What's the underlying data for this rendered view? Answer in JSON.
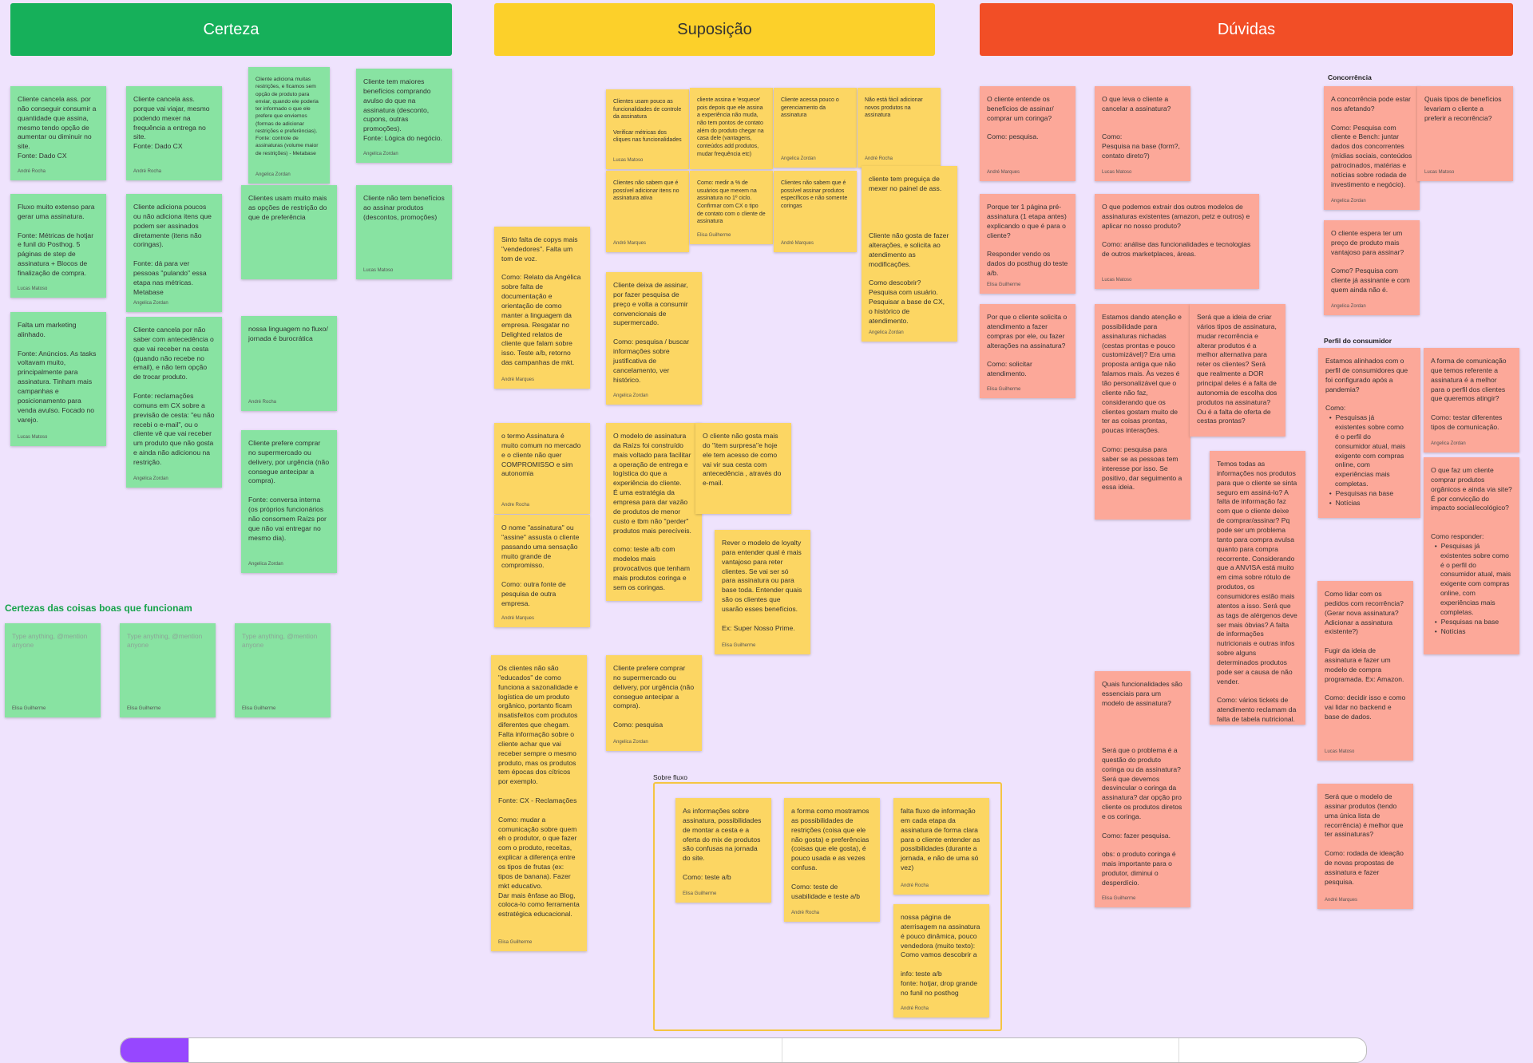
{
  "headers": {
    "certeza": "Certeza",
    "suposicao": "Suposição",
    "duvidas": "Dúvidas"
  },
  "labels": {
    "certezas_boas": "Certezas das coisas boas que funcionam",
    "concorrencia": "Concorrência",
    "perfil": "Perfil do consumidor",
    "sobre_fluxo": "Sobre fluxo"
  },
  "colors": {
    "certeza": "#16B05A",
    "suposicao": "#FCD02A",
    "duvidas": "#F24E26",
    "green_note": "#88E3A2",
    "yellow_note": "#FCD663",
    "red_note": "#FCA899",
    "board": "#EFE3FD",
    "frame": "#F5C542"
  },
  "notes": {
    "c1": {
      "text": "Cliente cancela ass. por não conseguir consumir a quantidade que assina, mesmo tendo opção de aumentar ou diminuir no site.\nFonte: Dado CX",
      "author": "André Rocha"
    },
    "c2": {
      "text": "Cliente cancela ass. porque vai viajar, mesmo podendo mexer na frequência a entrega no site.\nFonte: Dado CX",
      "author": "André Rocha"
    },
    "c3": {
      "text": "Cliente adiciona muitas restrições, e ficamos sem opção de produto para enviar, quando ele poderia ter informado o que ele prefere que enviemos (formas de adicionar restrições e preferências). Fonte: controle de assinaturas (volume maior de restrições) - Metabase",
      "author": "Angelica Zordan"
    },
    "c4": {
      "text": "Cliente tem maiores benefícios comprando avulso do que na assinatura (desconto, cupons, outras promoções).\nFonte: Lógica do negócio.",
      "author": "Angelica Zordan"
    },
    "c5": {
      "text": "Fluxo muito extenso para gerar uma assinatura.\n\nFonte: Métricas de hotjar e funil do Posthog. 5 páginas de step de assinatura + Blocos de finalização de compra.",
      "author": "Lucas Matoso"
    },
    "c6": {
      "text": "Cliente adiciona poucos ou não adiciona itens que podem ser assinados diretamente (itens não coringas).\n\nFonte: dá para ver pessoas \"pulando\" essa etapa nas métricas. Metabase",
      "author": "Angelica Zordan"
    },
    "c7": {
      "text": "Clientes usam muito mais as opções de restrição do que de preferência",
      "author": ""
    },
    "c8": {
      "text": "Cliente não tem benefícios ao assinar produtos (descontos, promoções)",
      "author": "Lucas Matoso"
    },
    "c9": {
      "text": "Falta um marketing alinhado.\n\nFonte: Anúncios. As tasks voltavam muito, principalmente para assinatura. Tinham mais campanhas e posicionamento para venda avulso. Focado no varejo.",
      "author": "Lucas Matoso"
    },
    "c10": {
      "text": "Cliente cancela por não saber com antecedência o que vai receber na cesta (quando não recebe no email), e não tem opção de trocar produto.\n\nFonte: reclamações comuns em CX sobre a previsão de cesta: \"eu não recebi o e-mail\", ou o cliente vê que vai receber um produto que não gosta e ainda não adicionou na restrição.",
      "author": "Angelica Zordan"
    },
    "c11": {
      "text": "nossa linguagem no fluxo/ jornada é burocrática",
      "author": "André Rocha"
    },
    "c12": {
      "text": "Cliente prefere comprar no supermercado ou delivery, por urgência (não consegue antecipar a compra).\n\nFonte: conversa interna (os próprios funcionários não consomem Raízs por que não vai entregar no mesmo dia).",
      "author": "Angelica Zordan"
    },
    "p1": {
      "text": "Type anything, @mention anyone",
      "author": "Elisa Guilherme"
    },
    "p2": {
      "text": "Type anything, @mention anyone",
      "author": "Elisa Guilherme"
    },
    "p3": {
      "text": "Type anything, @mention anyone",
      "author": "Elisa Guilherme"
    },
    "s1": {
      "text": "Clientes usam pouco as funcionalidades de controle da assinatura\n\nVerificar métricas dos cliques nas funcionalidades",
      "author": "Lucas Matoso"
    },
    "s2": {
      "text": "cliente assina e 'esquece' pois depois que ele assina a experiência não muda, não tem pontos de contato além do produto chegar na casa dele (vantagens, conteúdos add produtos, mudar frequência etc)",
      "author": ""
    },
    "s3": {
      "text": "Cliente acessa pouco o gerenciamento da assinatura",
      "author": "Angelica Zordan"
    },
    "s4": {
      "text": "Não está fácil adicionar novos produtos na assinatura",
      "author": "André Rocha"
    },
    "s5": {
      "text": "Clientes não sabem que é possível adicionar itens no assinatura ativa",
      "author": "André Marques"
    },
    "s6": {
      "text": "Como: medir a % de usuários que mexem na assinatura no 1º ciclo. Confirmar com CX o tipo de contato com o cliente de assinatura",
      "author": "Elisa Guilherme"
    },
    "s7": {
      "text": "Clientes não sabem que é possível assinar produtos específicos e não somente coringas",
      "author": "André Marques"
    },
    "s8": {
      "text": "cliente tem preguiça de mexer no painel de ass.\n\n\n\n\nCliente não gosta de fazer alterações, e solicita ao atendimento as modificações.\n\nComo descobrir?\nPesquisa com usuário. Pesquisar a base de CX, o histórico de atendimento.",
      "author": "Angelica Zordan"
    },
    "s9": {
      "text": "Sinto falta de copys mais \"vendedores\". Falta um tom de voz.\n\nComo: Relato da Angélica sobre falta de documentação e orientação de como manter a linguagem da empresa. Resgatar no Delighted relatos de cliente que falam sobre isso. Teste a/b, retorno das campanhas de mkt.",
      "author": "André Marques"
    },
    "s10": {
      "text": "Cliente deixa de assinar, por fazer pesquisa de preço e volta a consumir convencionais de supermercado.\n\nComo: pesquisa / buscar informações sobre justificativa de cancelamento, ver histórico.",
      "author": "Angelica Zordan"
    },
    "s11": {
      "text": "o termo Assinatura é muito comum no mercado e o cliente não quer COMPROMISSO e sim autonomia",
      "author": "Andre Rocha"
    },
    "s12": {
      "text": "O modelo de assinatura da Raízs foi construído mais voltado para facilitar a operação de entrega e logística do que a experiência do cliente.\nÉ uma estratégia da empresa para dar vazão de produtos de menor custo e tbm não \"perder\" produtos mais perecíveis.\n\ncomo: teste a/b com modelos mais provocativos que tenham mais produtos coringa e sem os coringas.",
      "author": ""
    },
    "s13": {
      "text": "O cliente não gosta mais do \"item surpresa\"e hoje ele tem acesso de como vai vir sua cesta com antecedência , através do e-mail.",
      "author": ""
    },
    "s14": {
      "text": "O nome \"assinatura\" ou \"assine\" assusta o cliente passando uma sensação muito grande de compromisso.\n\nComo: outra fonte de pesquisa de outra empresa.",
      "author": "André Marques"
    },
    "s15": {
      "text": "Rever o modelo de loyalty para entender qual é mais vantajoso para reter clientes. Se vai ser só para assinatura ou para base toda. Entender quais são os clientes que usarão esses benefícios.\n\nEx: Super Nosso Prime.",
      "author": "Elisa Guilherme"
    },
    "s16": {
      "text": "Os clientes não são \"educados\" de como funciona a sazonalidade e logística de um produto orgânico, portanto ficam insatisfeitos com produtos diferentes que chegam. Falta informação sobre o cliente achar que vai receber sempre o mesmo produto, mas os produtos tem épocas dos cítricos por exemplo.\n\nFonte: CX - Reclamações\n\nComo: mudar a comunicação sobre quem eh o produtor, o que fazer com o produto, receitas, explicar a diferença entre os tipos de frutas (ex: tipos de banana). Fazer mkt educativo.\nDar mais ênfase ao Blog, coloca-lo como ferramenta estratégica educacional.",
      "author": "Elisa Guilherme"
    },
    "s17": {
      "text": "Cliente prefere comprar no supermercado ou delivery, por urgência (não consegue antecipar a compra).\n\nComo: pesquisa",
      "author": "Angelica Zordan"
    },
    "f1": {
      "text": "As informações sobre assinatura, possibilidades de montar a cesta e a oferta do mix de produtos são confusas na jornada do site.\n\nComo: teste a/b",
      "author": "Elisa Guilherme"
    },
    "f2": {
      "text": "a forma como mostramos as possibilidades de restrições (coisa que ele não gosta) e preferências (coisas que ele gosta), é pouco usada e as vezes confusa.\n\nComo: teste de usabilidade e teste a/b",
      "author": "André Rocha"
    },
    "f3": {
      "text": "falta fluxo de informação em cada etapa da assinatura de forma clara para o cliente entender as possibilidades (durante a jornada, e não de uma só vez)",
      "author": "André Rocha"
    },
    "f4": {
      "text": "nossa página de aterrisagem na assinatura é pouco dinâmica, pouco vendedora (muito texto): Como vamos descobrir a\n\ninfo: teste a/b\nfonte: hotjar, drop grande no funil no posthog",
      "author": "André Rocha"
    },
    "d1": {
      "text": "O cliente entende os benefícios de assinar/ comprar um coringa?\n\nComo: pesquisa.",
      "author": "André Marques"
    },
    "d2": {
      "text": "O que leva o cliente a cancelar a assinatura?\n\n\nComo:\nPesquisa na base (form?, contato direto?)",
      "author": "Lucas Matoso"
    },
    "d3": {
      "text": "Porque ter 1 página pré-assinatura (1 etapa antes) explicando o que é para o cliente?\n\nResponder vendo os dados do posthug do teste a/b.",
      "author": "Elisa Guilherme"
    },
    "d4": {
      "text": "O que podemos extrair dos outros modelos de assinaturas existentes (amazon, petz e outros) e aplicar no nosso produto?\n\nComo: análise das funcionalidades e tecnologias de outros marketplaces, áreas.",
      "author": "Lucas Matoso"
    },
    "d5": {
      "text": "Por que o cliente solicita o atendimento a fazer compras por ele, ou fazer alterações na assinatura?\n\nComo: solicitar atendimento.",
      "author": "Elisa Guilherme"
    },
    "d6": {
      "text": "Estamos dando atenção e possibilidade para assinaturas nichadas (cestas prontas e pouco customizável)? Era uma proposta antiga que não falamos mais. Às vezes é tão personalizável que o cliente não faz, considerando que os clientes gostam muito de ter as coisas prontas, poucas interações.\n\nComo: pesquisa para saber se as pessoas tem interesse por isso. Se positivo, dar seguimento a essa ideia.",
      "author": ""
    },
    "d7": {
      "text": "Será que a ideia de criar vários tipos de assinatura, mudar recorrência e alterar produtos é a melhor alternativa para reter os clientes? Será que realmente a DOR principal deles é a falta de autonomia de escolha dos produtos na assinatura? Ou é a falta de oferta de cestas prontas?",
      "author": ""
    },
    "d8": {
      "text": "Temos todas as informações nos produtos para que o cliente se sinta seguro em assiná-lo? A falta de informação faz com que o cliente deixe de comprar/assinar? Pq pode ser um problema tanto para compra avulsa quanto para compra recorrente. Considerando que a ANVISA está muito em cima sobre rótulo de produtos, os consumidores estão mais atentos a isso. Será que as tags de alérgenos deve ser mais óbvias? A falta de informações nutricionais e outras infos sobre alguns determinados produtos pode ser a causa de não vender.\n\nComo: vários tickets de atendimento reclamam da falta de tabela nutricional.",
      "author": ""
    },
    "d9": {
      "text": "Quais funcionalidades são essenciais para um modelo de assinatura?\n\n\n\n\nSerá que o problema é a questão do produto coringa ou da assinatura? Será que devemos desvincular o coringa da assinatura? dar opção pro cliente os produtos diretos e os coringa.\n\nComo: fazer pesquisa.\n\nobs: o produto coringa é mais importante para o produtor, diminui o desperdício.",
      "author": "Elisa Guilherme"
    },
    "d10": {
      "text": "A concorrência pode estar nos afetando?\n\nComo: Pesquisa com cliente e Bench: juntar dados dos concorrentes (mídias sociais, conteúdos patrocinados, matérias e notícias sobre rodada de investimento e negócio).",
      "author": "Angelica Zordan"
    },
    "d11": {
      "text": "Quais tipos de benefícios levariam o cliente a preferir a recorrência?",
      "author": "Lucas Matoso"
    },
    "d12": {
      "text": "O cliente espera ter um preço de produto mais vantajoso para assinar?\n\nComo? Pesquisa com cliente já assinante e com quem ainda não é.",
      "author": "Angelica Zordan"
    },
    "d13": {
      "text": "Estamos alinhados com o perfil de consumidores que foi configurado após a pandemia?\n\nComo:\n  •  Pesquisas já\n     existentes sobre como\n     é o perfil do\n     consumidor atual, mais\n     exigente com compras\n     online, com\n     experiências mais\n     completas.\n  •  Pesquisas na base\n  •  Notícias",
      "author": ""
    },
    "d14": {
      "text": "A forma de comunicação que temos referente a assinatura é a melhor para o perfil dos clientes que queremos atingir?\n\nComo: testar diferentes tipos de comunicação.",
      "author": "Angelica Zordan"
    },
    "d15": {
      "text": "O que faz um cliente comprar produtos orgânicos e ainda via site? É por convicção do impacto social/ecológico?\n\n\nComo responder:\n  •  Pesquisas já\n     existentes sobre como\n     é o perfil do\n     consumidor atual, mais\n     exigente com compras\n     online, com\n     experiências mais\n     completas.\n  •  Pesquisas na base\n  •  Notícias",
      "author": ""
    },
    "d16": {
      "text": "Como lidar com os pedidos com recorrência? (Gerar nova assinatura? Adicionar a assinatura existente?)\n\nFugir da ideia de assinatura e fazer um modelo de compra programada. Ex: Amazon.\n\nComo: decidir isso e como vai lidar no backend e base de dados.",
      "author": "Lucas Matoso"
    },
    "d17": {
      "text": "Será que o modelo de assinar produtos (tendo uma única lista de recorrência) é melhor que ter assinaturas?\n\nComo: rodada de ideação de novas propostas de assinatura e fazer pesquisa.",
      "author": "André Marques"
    }
  }
}
